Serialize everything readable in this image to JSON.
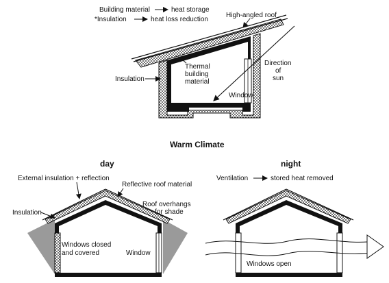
{
  "legend": {
    "line1_from": "Building material",
    "line1_to": "heat storage",
    "line2_from": "*Insulation",
    "line2_to": "heat loss reduction"
  },
  "cold_diagram": {
    "high_angled_roof": "High-angled roof",
    "insulation": "Insulation",
    "thermal_1": "Thermal",
    "thermal_2": "building",
    "thermal_3": "material",
    "window": "Window",
    "direction_1": "Direction",
    "direction_2": "of",
    "direction_3": "sun"
  },
  "warm_title": "Warm Climate",
  "day": {
    "title": "day",
    "external": "External insulation + reflection",
    "reflective_roof": "Reflective roof material",
    "insulation": "Insulation",
    "overhang_1": "Roof overhangs",
    "overhang_2": "for shade",
    "windows_closed_1": "Windows closed",
    "windows_closed_2": "and covered",
    "window": "Window"
  },
  "night": {
    "title": "night",
    "ventilation": "Ventilation",
    "stored_heat": "stored heat removed",
    "windows_open": "Windows open"
  },
  "colors": {
    "line": "#111111",
    "shade": "#9a9a9a",
    "background": "#ffffff"
  }
}
